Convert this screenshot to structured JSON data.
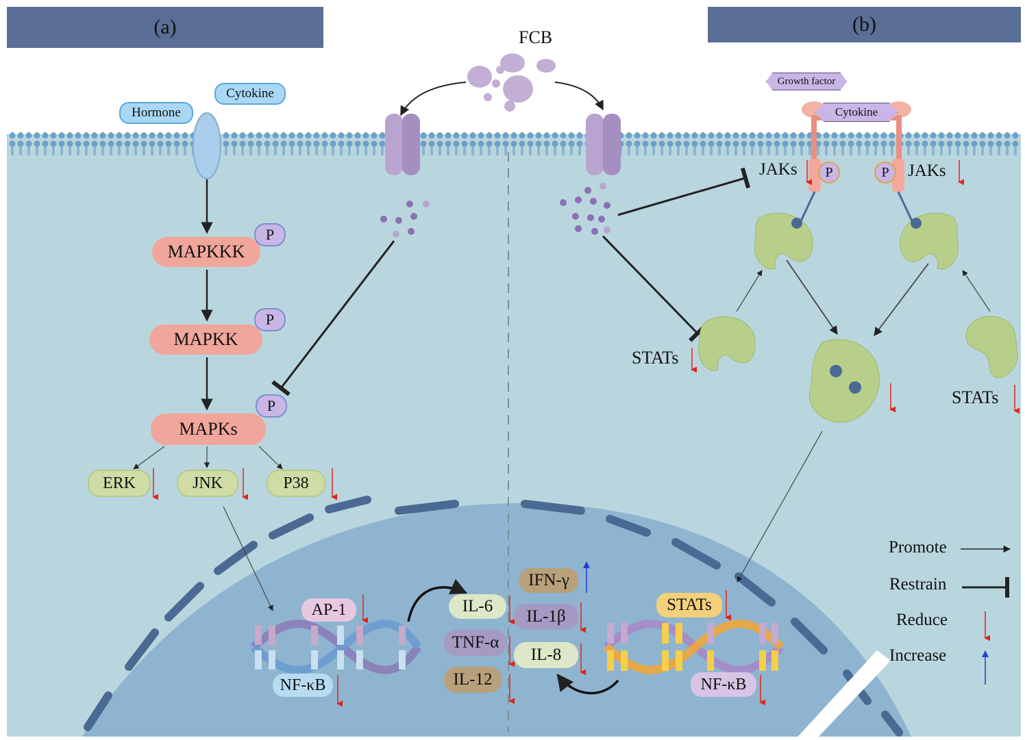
{
  "panel_a": {
    "label": "(a)"
  },
  "panel_b": {
    "label": "(b)"
  },
  "fcb": {
    "label": "FCB"
  },
  "mapk": {
    "hormone": "Hormone",
    "cytokine": "Cytokine",
    "mapkkk": "MAPKKK",
    "mapkk": "MAPKK",
    "mapks": "MAPKs",
    "phospho": "P",
    "erk": "ERK",
    "jnk": "JNK",
    "p38": "P38"
  },
  "jak": {
    "growth_factor": "Growth factor",
    "cytokine": "Cytokine",
    "jaks_left": "JAKs",
    "jaks_right": "JAKs",
    "phospho": "P",
    "stats_left": "STATs",
    "stats_right": "STATs"
  },
  "nucleus": {
    "ap1": "AP-1",
    "nfkb_left": "NF-κB",
    "nfkb_right": "NF-κB",
    "stats": "STATs",
    "il6": "IL-6",
    "tnfa": "TNF-α",
    "il12": "IL-12",
    "ifng": "IFN-γ",
    "il1b": "IL-1β",
    "il8": "IL-8"
  },
  "legend": {
    "promote": "Promote",
    "restrain": "Restrain",
    "reduce": "Reduce",
    "increase": "Increase"
  },
  "colors": {
    "header": "#5a6e96",
    "cytoplasm": "#b9d6de",
    "nucleus": "#8fb4cf",
    "nuclear_envelope": "#4a6a94",
    "mapk_box": "#f0a69b",
    "phospho": "#c9b6e6",
    "reduce_arrow": "#e0241a",
    "increase_arrow": "#1f3fd6",
    "stat_protein": "#b7cf8a",
    "channel": "#b9a4cf"
  }
}
